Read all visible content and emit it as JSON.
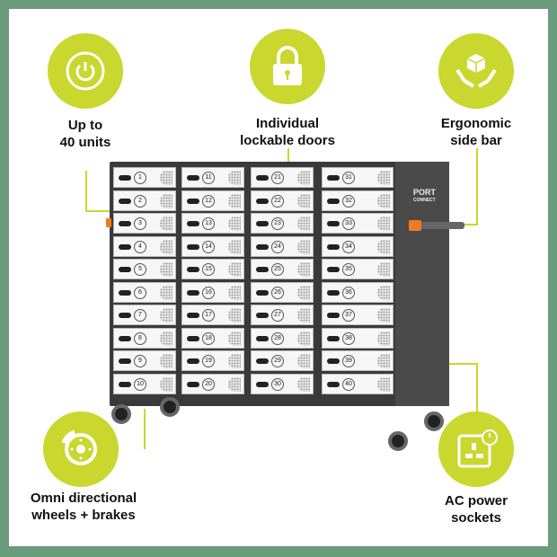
{
  "accent_color": "#c9d72f",
  "features": [
    {
      "icon": "power-icon",
      "label_line1": "Up to",
      "label_line2": "40 units"
    },
    {
      "icon": "padlock-icon",
      "label_line1": "Individual",
      "label_line2": "lockable doors"
    },
    {
      "icon": "hands-box-icon",
      "label_line1": "Ergonomic",
      "label_line2": "side bar"
    },
    {
      "icon": "wheel-brake-icon",
      "label_line1": "Omni directional",
      "label_line2": "wheels  + brakes"
    },
    {
      "icon": "power-socket-icon",
      "label_line1": "AC power",
      "label_line2": "sockets"
    }
  ],
  "product": {
    "brand_line1": "PORT",
    "brand_line2": "CONNECT",
    "columns": [
      [
        1,
        2,
        3,
        4,
        5,
        6,
        7,
        8,
        9,
        10
      ],
      [
        11,
        12,
        13,
        14,
        15,
        16,
        17,
        18,
        19,
        20
      ],
      [
        21,
        22,
        23,
        24,
        25,
        26,
        27,
        28,
        29,
        30
      ],
      [
        31,
        32,
        33,
        34,
        35,
        36,
        37,
        38,
        39,
        40
      ]
    ]
  }
}
